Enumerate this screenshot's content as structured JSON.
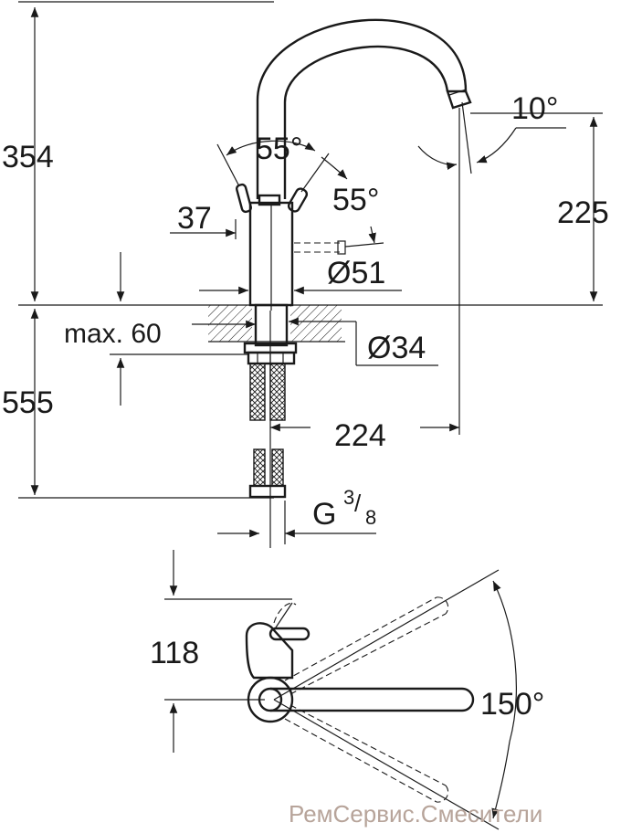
{
  "dimensions": {
    "overall_height": "354",
    "spout_height": "225",
    "handle_clearance": "37",
    "spout_tilt": "10°",
    "lever_angle_top": "55°",
    "lever_angle_side": "55°",
    "body_diameter": "Ø51",
    "shank_diameter": "Ø34",
    "max_deck": "max. 60",
    "hose_length": "555",
    "spout_reach": "224",
    "connection_thread": "G",
    "connection_num": "3",
    "connection_den": "8",
    "top_view_offset": "118",
    "swivel_angle": "150°"
  },
  "watermark": "РемСервис.Смесители"
}
